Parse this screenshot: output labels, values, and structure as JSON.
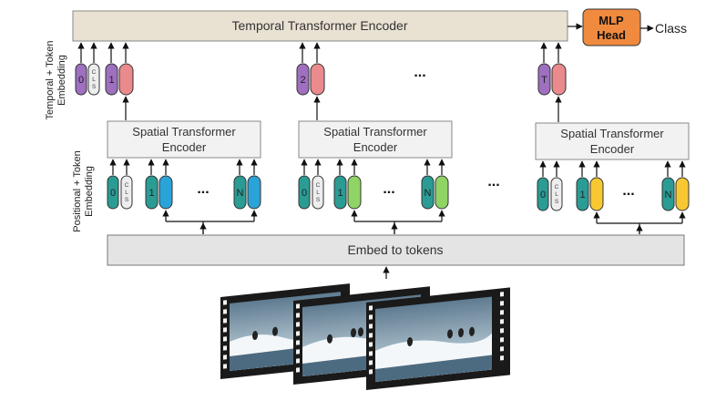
{
  "temporal_encoder": {
    "label": "Temporal Transformer Encoder"
  },
  "mlp_head": {
    "line1": "MLP",
    "line2": "Head"
  },
  "output": {
    "label": "Class"
  },
  "spatial_encoder": {
    "line1": "Spatial Transformer",
    "line2": "Encoder"
  },
  "embed": {
    "label": "Embed to tokens"
  },
  "side_labels": {
    "temporal": {
      "line1": "Temporal + Token",
      "line2": "Embedding"
    },
    "positional": {
      "line1": "Positional + Token",
      "line2": "Embedding"
    }
  },
  "tokens": {
    "cls_letters": [
      "C",
      "L",
      "S"
    ],
    "zero": "0",
    "one": "1",
    "n": "N",
    "frame2": "2",
    "frame_t": "T",
    "ellipsis": "..."
  },
  "colors": {
    "teal": "#2a9c94",
    "purple": "#9f6fc0",
    "pink": "#ea8a8d",
    "blue": "#2aa3d8",
    "green": "#8fd465",
    "yellow": "#f7c832",
    "cls_fill": "#eeeeee",
    "box_fill": "#f2f2f2",
    "temporal_fill": "#e9e1d2",
    "mlp_fill": "#f08a3e"
  }
}
